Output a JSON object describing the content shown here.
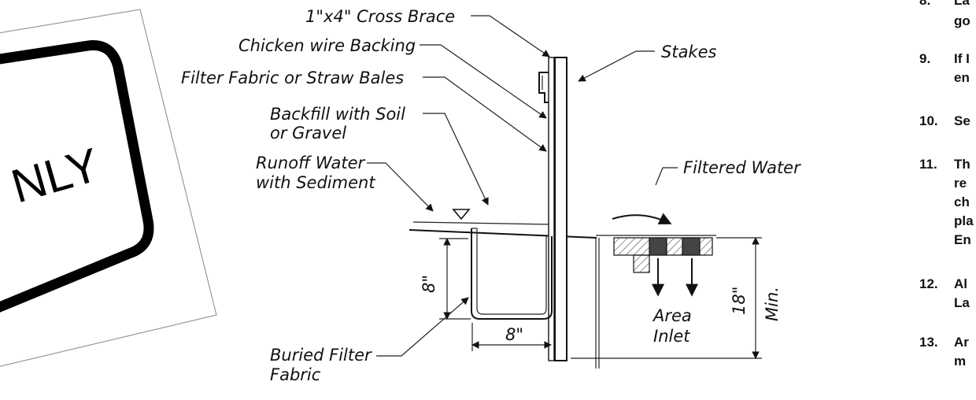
{
  "sign": {
    "text": "NLY"
  },
  "labels": {
    "cross_brace": "1\"x4\" Cross Brace",
    "chicken_wire": "Chicken wire Backing",
    "filter_fabric": "Filter Fabric or Straw Bales",
    "backfill_1": "Backfill with Soil",
    "backfill_2": "or Gravel",
    "runoff_1": "Runoff Water",
    "runoff_2": "with Sediment",
    "stakes": "Stakes",
    "filtered_water": "Filtered Water",
    "buried_1": "Buried Filter",
    "buried_2": "Fabric",
    "area_1": "Area",
    "area_2": "Inlet"
  },
  "dimensions": {
    "depth": "8\"",
    "width": "8\"",
    "height": "18\"",
    "height_note": "Min."
  },
  "notes": [
    {
      "num": "8.",
      "text": "La"
    },
    {
      "num": "",
      "text": "go"
    },
    {
      "num": "9.",
      "text": "If I"
    },
    {
      "num": "",
      "text": "en"
    },
    {
      "num": "10.",
      "text": "Se"
    },
    {
      "num": "11.",
      "text": "Th"
    },
    {
      "num": "",
      "text": "re"
    },
    {
      "num": "",
      "text": "ch"
    },
    {
      "num": "",
      "text": "pla"
    },
    {
      "num": "",
      "text": "En"
    },
    {
      "num": "12.",
      "text": "Al"
    },
    {
      "num": "",
      "text": "La"
    },
    {
      "num": "13.",
      "text": "Ar"
    },
    {
      "num": "",
      "text": "m"
    }
  ]
}
